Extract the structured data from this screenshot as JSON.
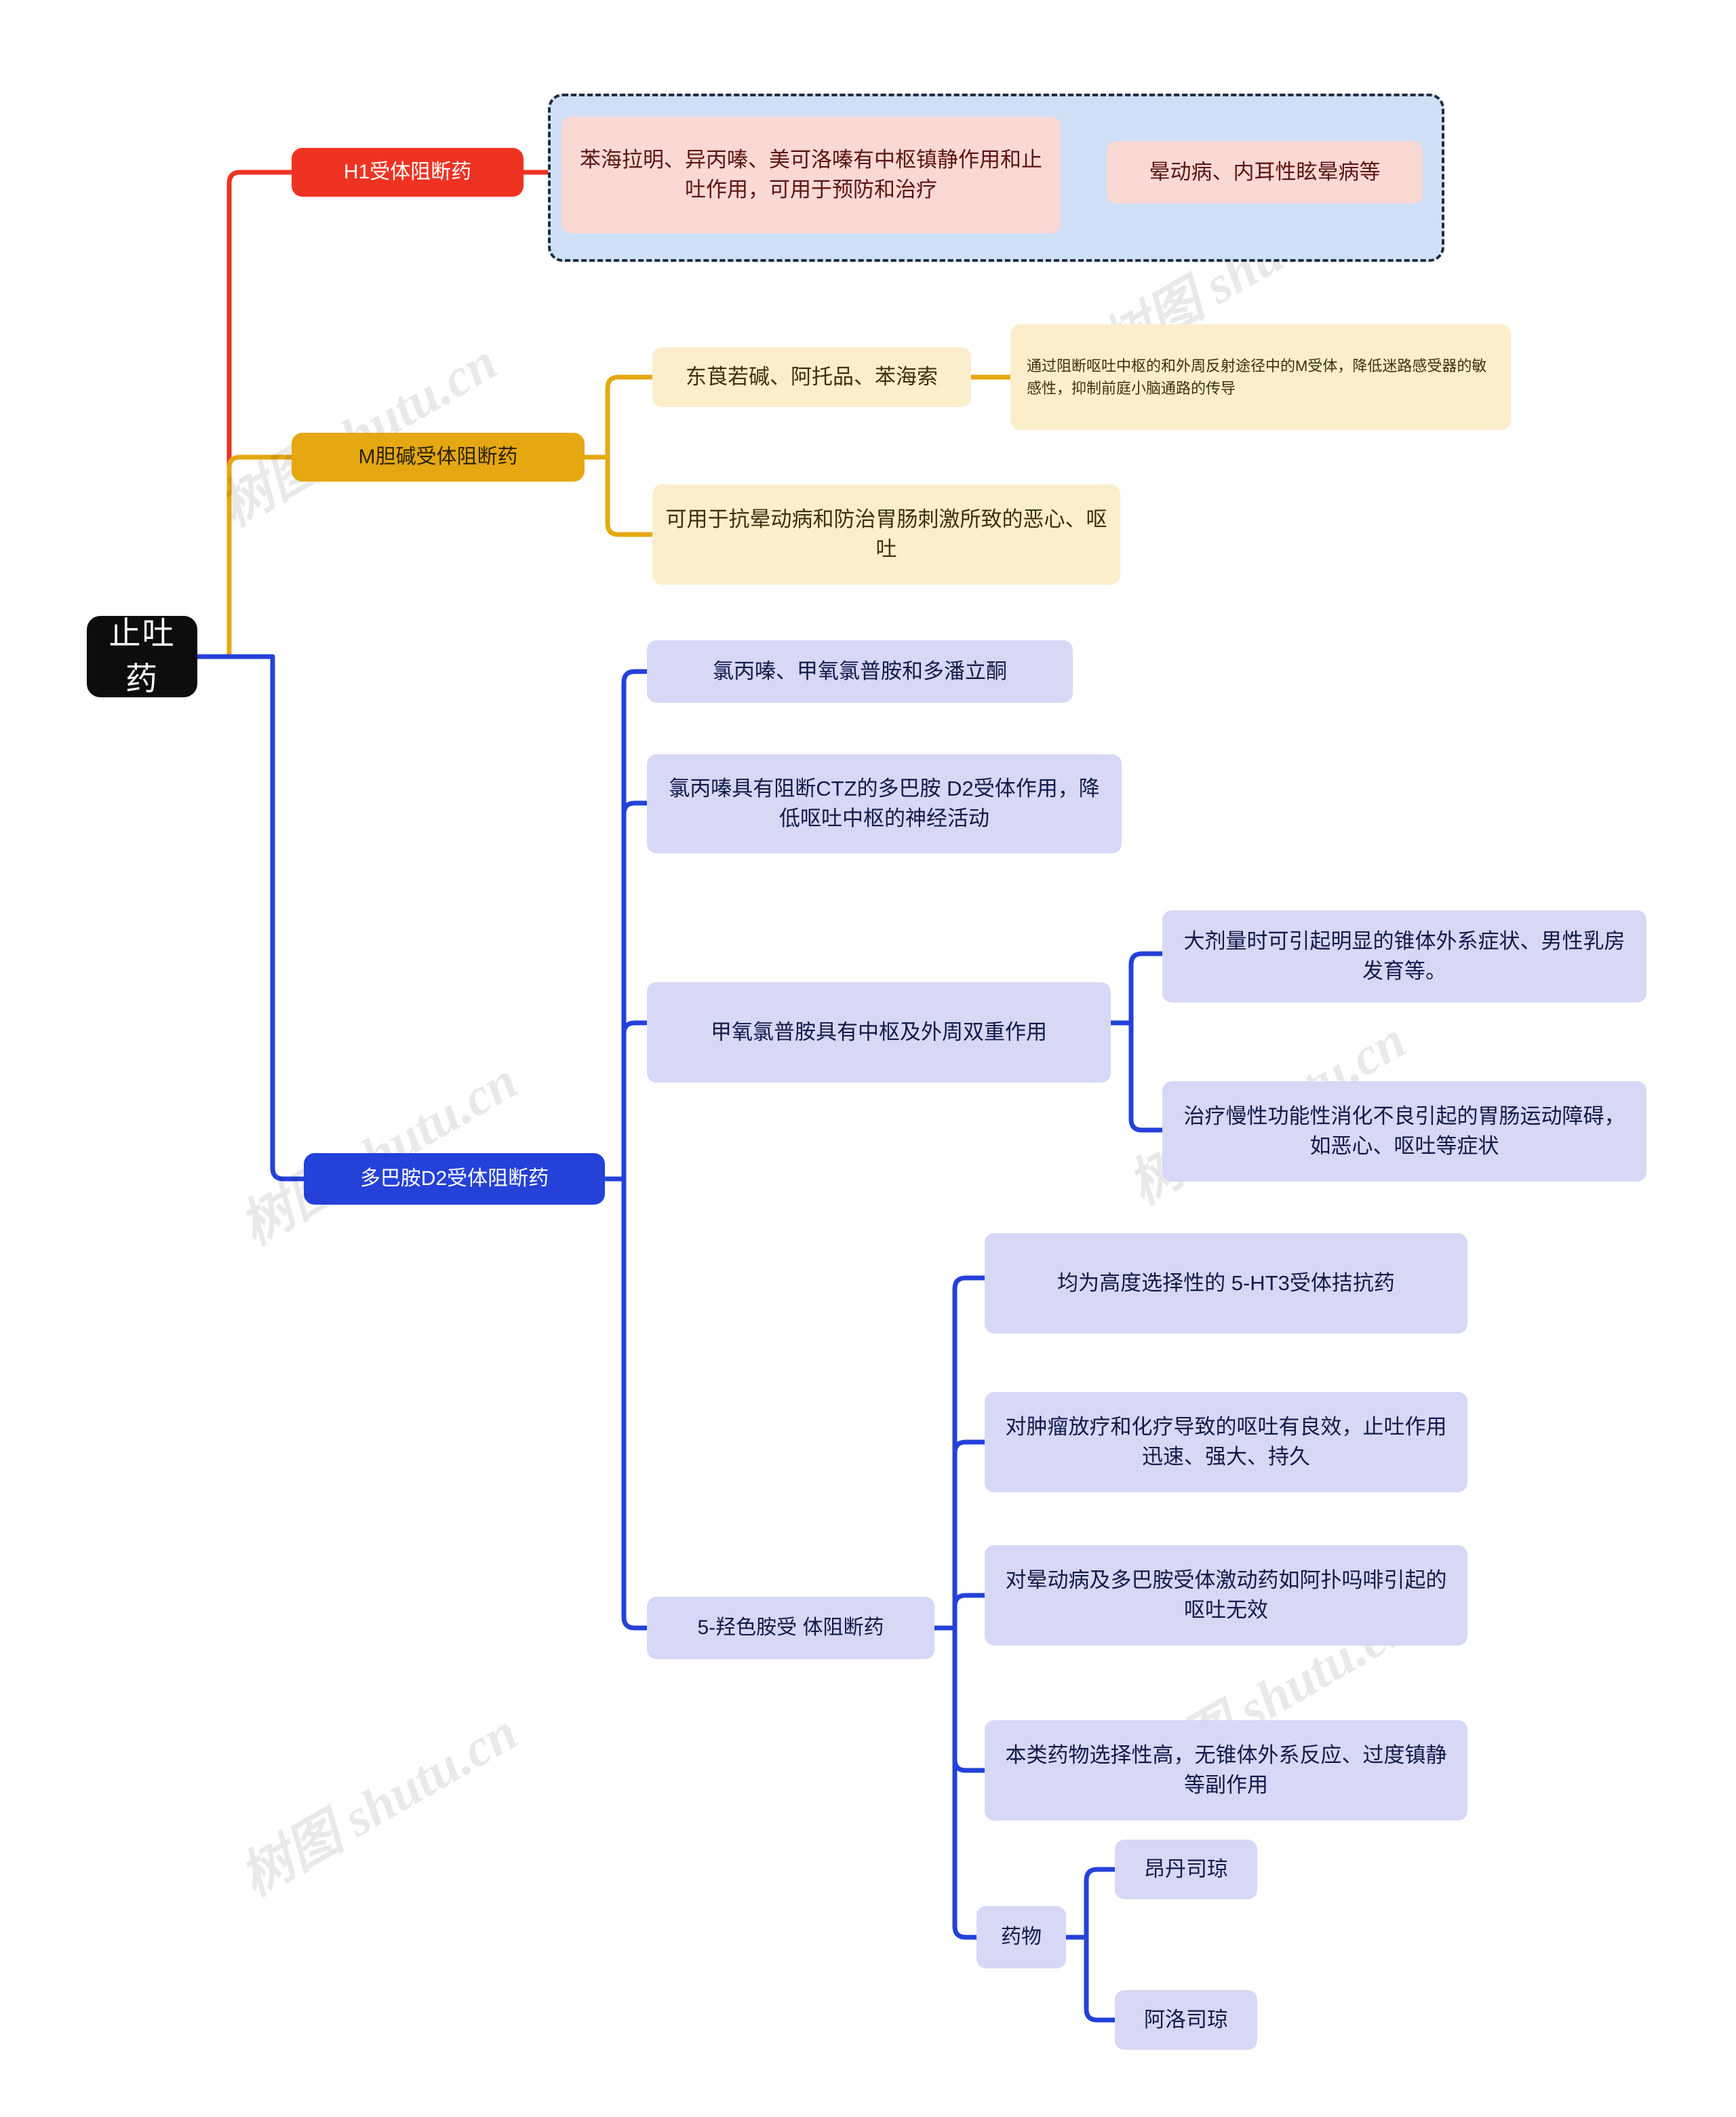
{
  "mindmap": {
    "title": "止吐药",
    "type": "mindmap",
    "root": {
      "label": "止吐药",
      "color": "#0d0d0d"
    },
    "watermarks": [
      "树图 shutu.cn",
      "树图 shutu.cn",
      "树图 shutu.cn",
      "树图 shutu.cn",
      "树图 shutu.cn",
      "树图 shutu.cn"
    ],
    "branches": [
      {
        "id": "h1",
        "label": "H1受体阻断药",
        "color": "#ee3323",
        "accent": "#fad8d4",
        "grouped": true,
        "children": [
          {
            "label": "苯海拉明、异丙嗪、美可洛嗪有中枢镇静作用和止吐作用，可用于预防和治疗",
            "children": [
              {
                "label": "晕动病、内耳性眩晕病等",
                "children": []
              }
            ]
          }
        ]
      },
      {
        "id": "m",
        "label": "M胆碱受体阻断药",
        "color": "#e5a812",
        "accent": "#fbeecd",
        "grouped": false,
        "children": [
          {
            "label": "东莨若碱、阿托品、苯海索",
            "children": [
              {
                "label": "通过阻断呕吐中枢的和外周反射途径中的M受体，降低迷路感受器的敏感性，抑制前庭小脑通路的传导",
                "children": []
              }
            ]
          },
          {
            "label": "可用于抗晕动病和防治胃肠刺激所致的恶心、呕吐",
            "children": []
          }
        ]
      },
      {
        "id": "d2",
        "label": "多巴胺D2受体阻断药",
        "color": "#2441d8",
        "accent": "#d6d8f5",
        "grouped": false,
        "children": [
          {
            "label": "氯丙嗪、甲氧氯普胺和多潘立酮",
            "children": []
          },
          {
            "label": "氯丙嗪具有阻断CTZ的多巴胺 D2受体作用，降低呕吐中枢的神经活动",
            "children": []
          },
          {
            "label": "甲氧氯普胺具有中枢及外周双重作用",
            "children": [
              {
                "label": "大剂量时可引起明显的锥体外系症状、男性乳房发育等。",
                "children": []
              },
              {
                "label": "治疗慢性功能性消化不良引起的胃肠运动障碍，如恶心、呕吐等症状",
                "children": []
              }
            ]
          },
          {
            "label": "5-羟色胺受 体阻断药",
            "children": [
              {
                "label": "均为高度选择性的 5-HT3受体拮抗药",
                "children": []
              },
              {
                "label": "对肿瘤放疗和化疗导致的呕吐有良效，止吐作用迅速、强大、持久",
                "children": []
              },
              {
                "label": "对晕动病及多巴胺受体激动药如阿扑吗啡引起的呕吐无效",
                "children": []
              },
              {
                "label": "本类药物选择性高，无锥体外系反应、过度镇静等副作用",
                "children": []
              },
              {
                "label": "药物",
                "children": [
                  {
                    "label": "昂丹司琼",
                    "children": []
                  },
                  {
                    "label": "阿洛司琼",
                    "children": []
                  }
                ]
              }
            ]
          }
        ]
      }
    ]
  }
}
